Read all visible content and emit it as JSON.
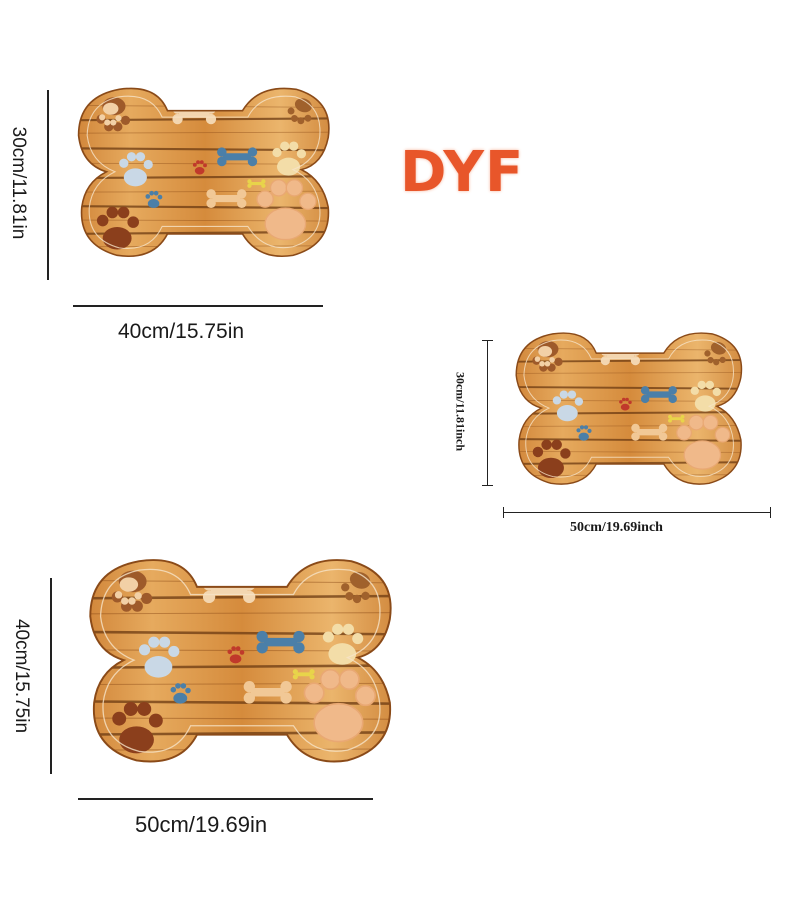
{
  "brand": {
    "text": "DYF",
    "color": "#E8562A"
  },
  "colors": {
    "wood_light": "#E4A65A",
    "wood_dark": "#B86A22",
    "plank_line": "#6B3A12"
  },
  "mats": [
    {
      "id": "small",
      "width_label": "40cm/15.75in",
      "height_label": "30cm/11.81in"
    },
    {
      "id": "medium",
      "width_label": "50cm/19.69inch",
      "height_label": "30cm/11.81inch"
    },
    {
      "id": "large",
      "width_label": "50cm/19.69in",
      "height_label": "40cm/15.75in"
    }
  ]
}
